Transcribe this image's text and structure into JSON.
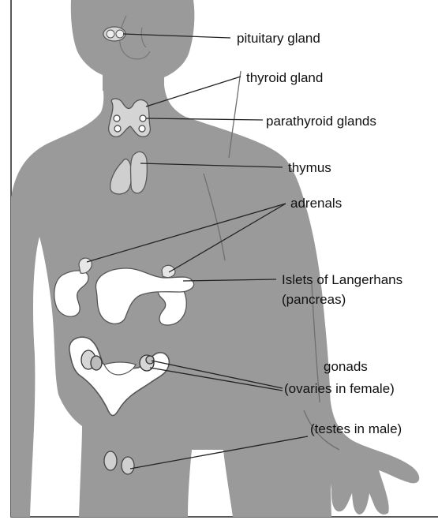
{
  "colors": {
    "body": "#9a9a9a",
    "organ_fill": "#ffffff",
    "organ_stroke": "#555555",
    "line": "#222222",
    "text": "#111111",
    "frame": "#222222"
  },
  "labels": {
    "pituitary": "pituitary gland",
    "thyroid": "thyroid gland",
    "parathyroid": "parathyroid glands",
    "thymus": "thymus",
    "adrenals": "adrenals",
    "islets": "Islets of Langerhans",
    "pancreas": "(pancreas)",
    "gonads": "gonads",
    "ovaries": "(ovaries in female)",
    "testes": "(testes in male)"
  }
}
